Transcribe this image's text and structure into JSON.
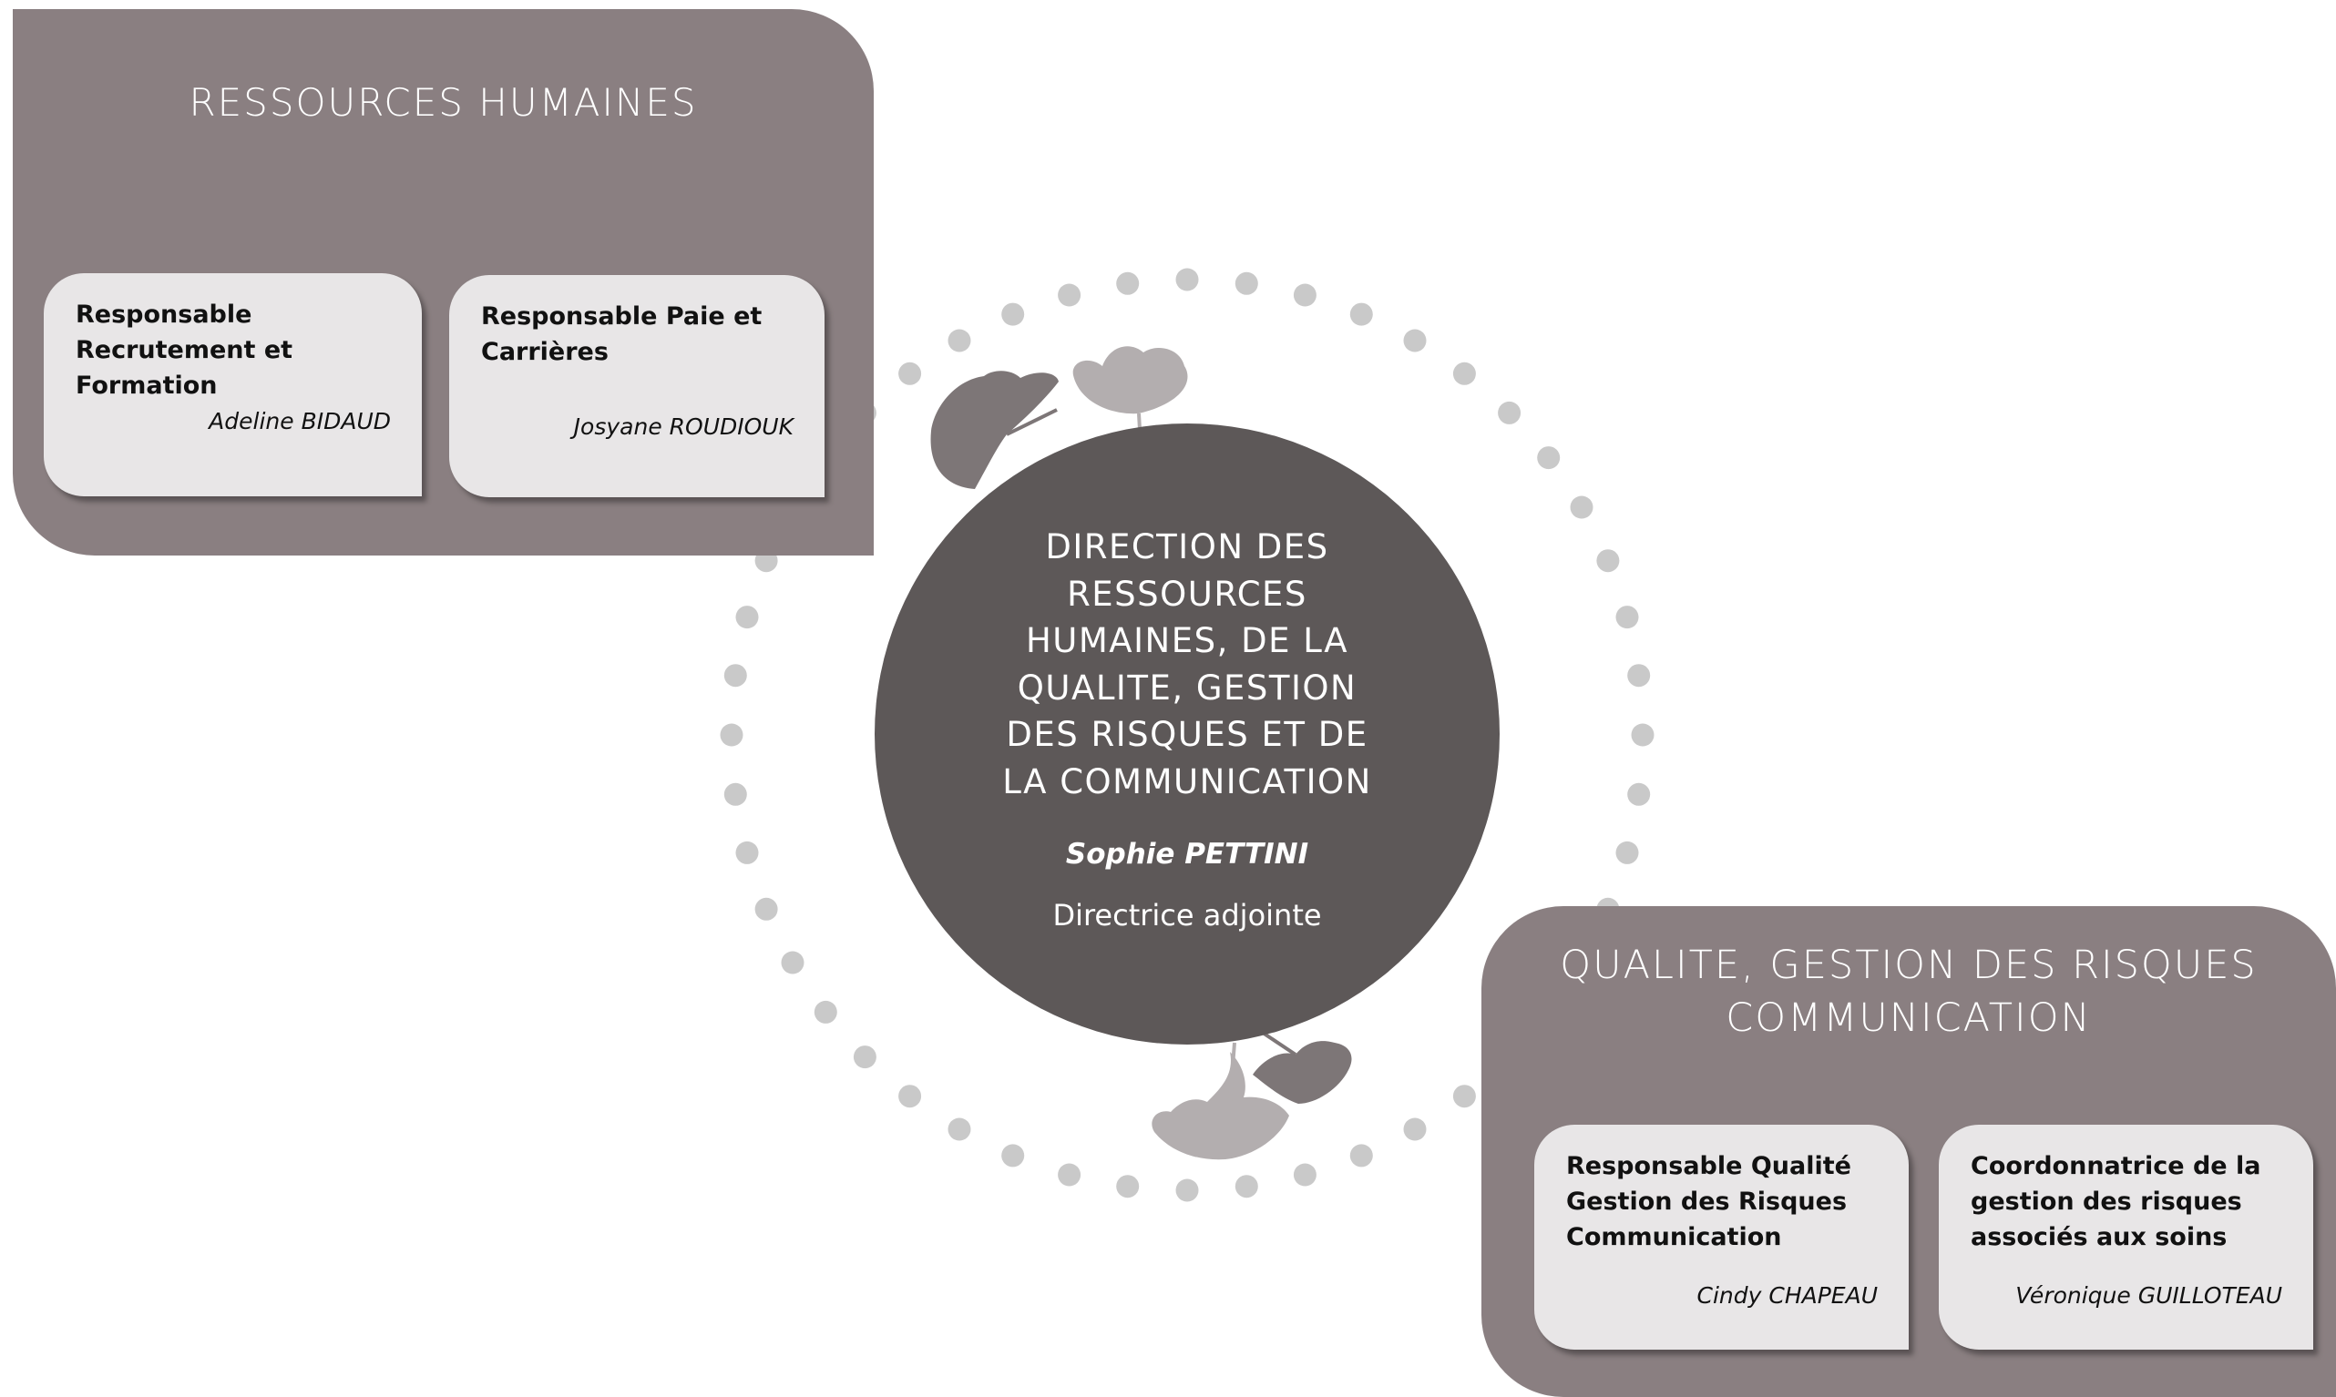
{
  "center": {
    "title": "DIRECTION DES\nRESSOURCES\nHUMAINES, DE LA\nQUALITE, GESTION\nDES RISQUES ET DE\nLA COMMUNICATION",
    "name": "Sophie PETTINI",
    "subtitle": "Directrice adjointe"
  },
  "ressources_humaines": {
    "title": "RESSOURCES HUMAINES",
    "cards": [
      {
        "role": "Responsable\nRecrutement et\nFormation",
        "name": "Adeline BIDAUD"
      },
      {
        "role": "Responsable Paie et\nCarrières",
        "name": "Josyane ROUDIOUK"
      }
    ]
  },
  "qualite": {
    "title": "QUALITE, GESTION DES RISQUES\nCOMMUNICATION",
    "cards": [
      {
        "role": "Responsable Qualité\nGestion des Risques\nCommunication",
        "name": "Cindy CHAPEAU"
      },
      {
        "role": "Coordonnatrice de la\ngestion des risques\nassociés aux soins",
        "name": "Véronique GUILLOTEAU"
      }
    ]
  },
  "colors": {
    "panel": "#8a7f81",
    "card": "#e8e6e7",
    "center": "#5d5858",
    "dots": "#c9c9c9",
    "leaf_dark": "#7d7677",
    "leaf_light": "#b3aeaf"
  }
}
